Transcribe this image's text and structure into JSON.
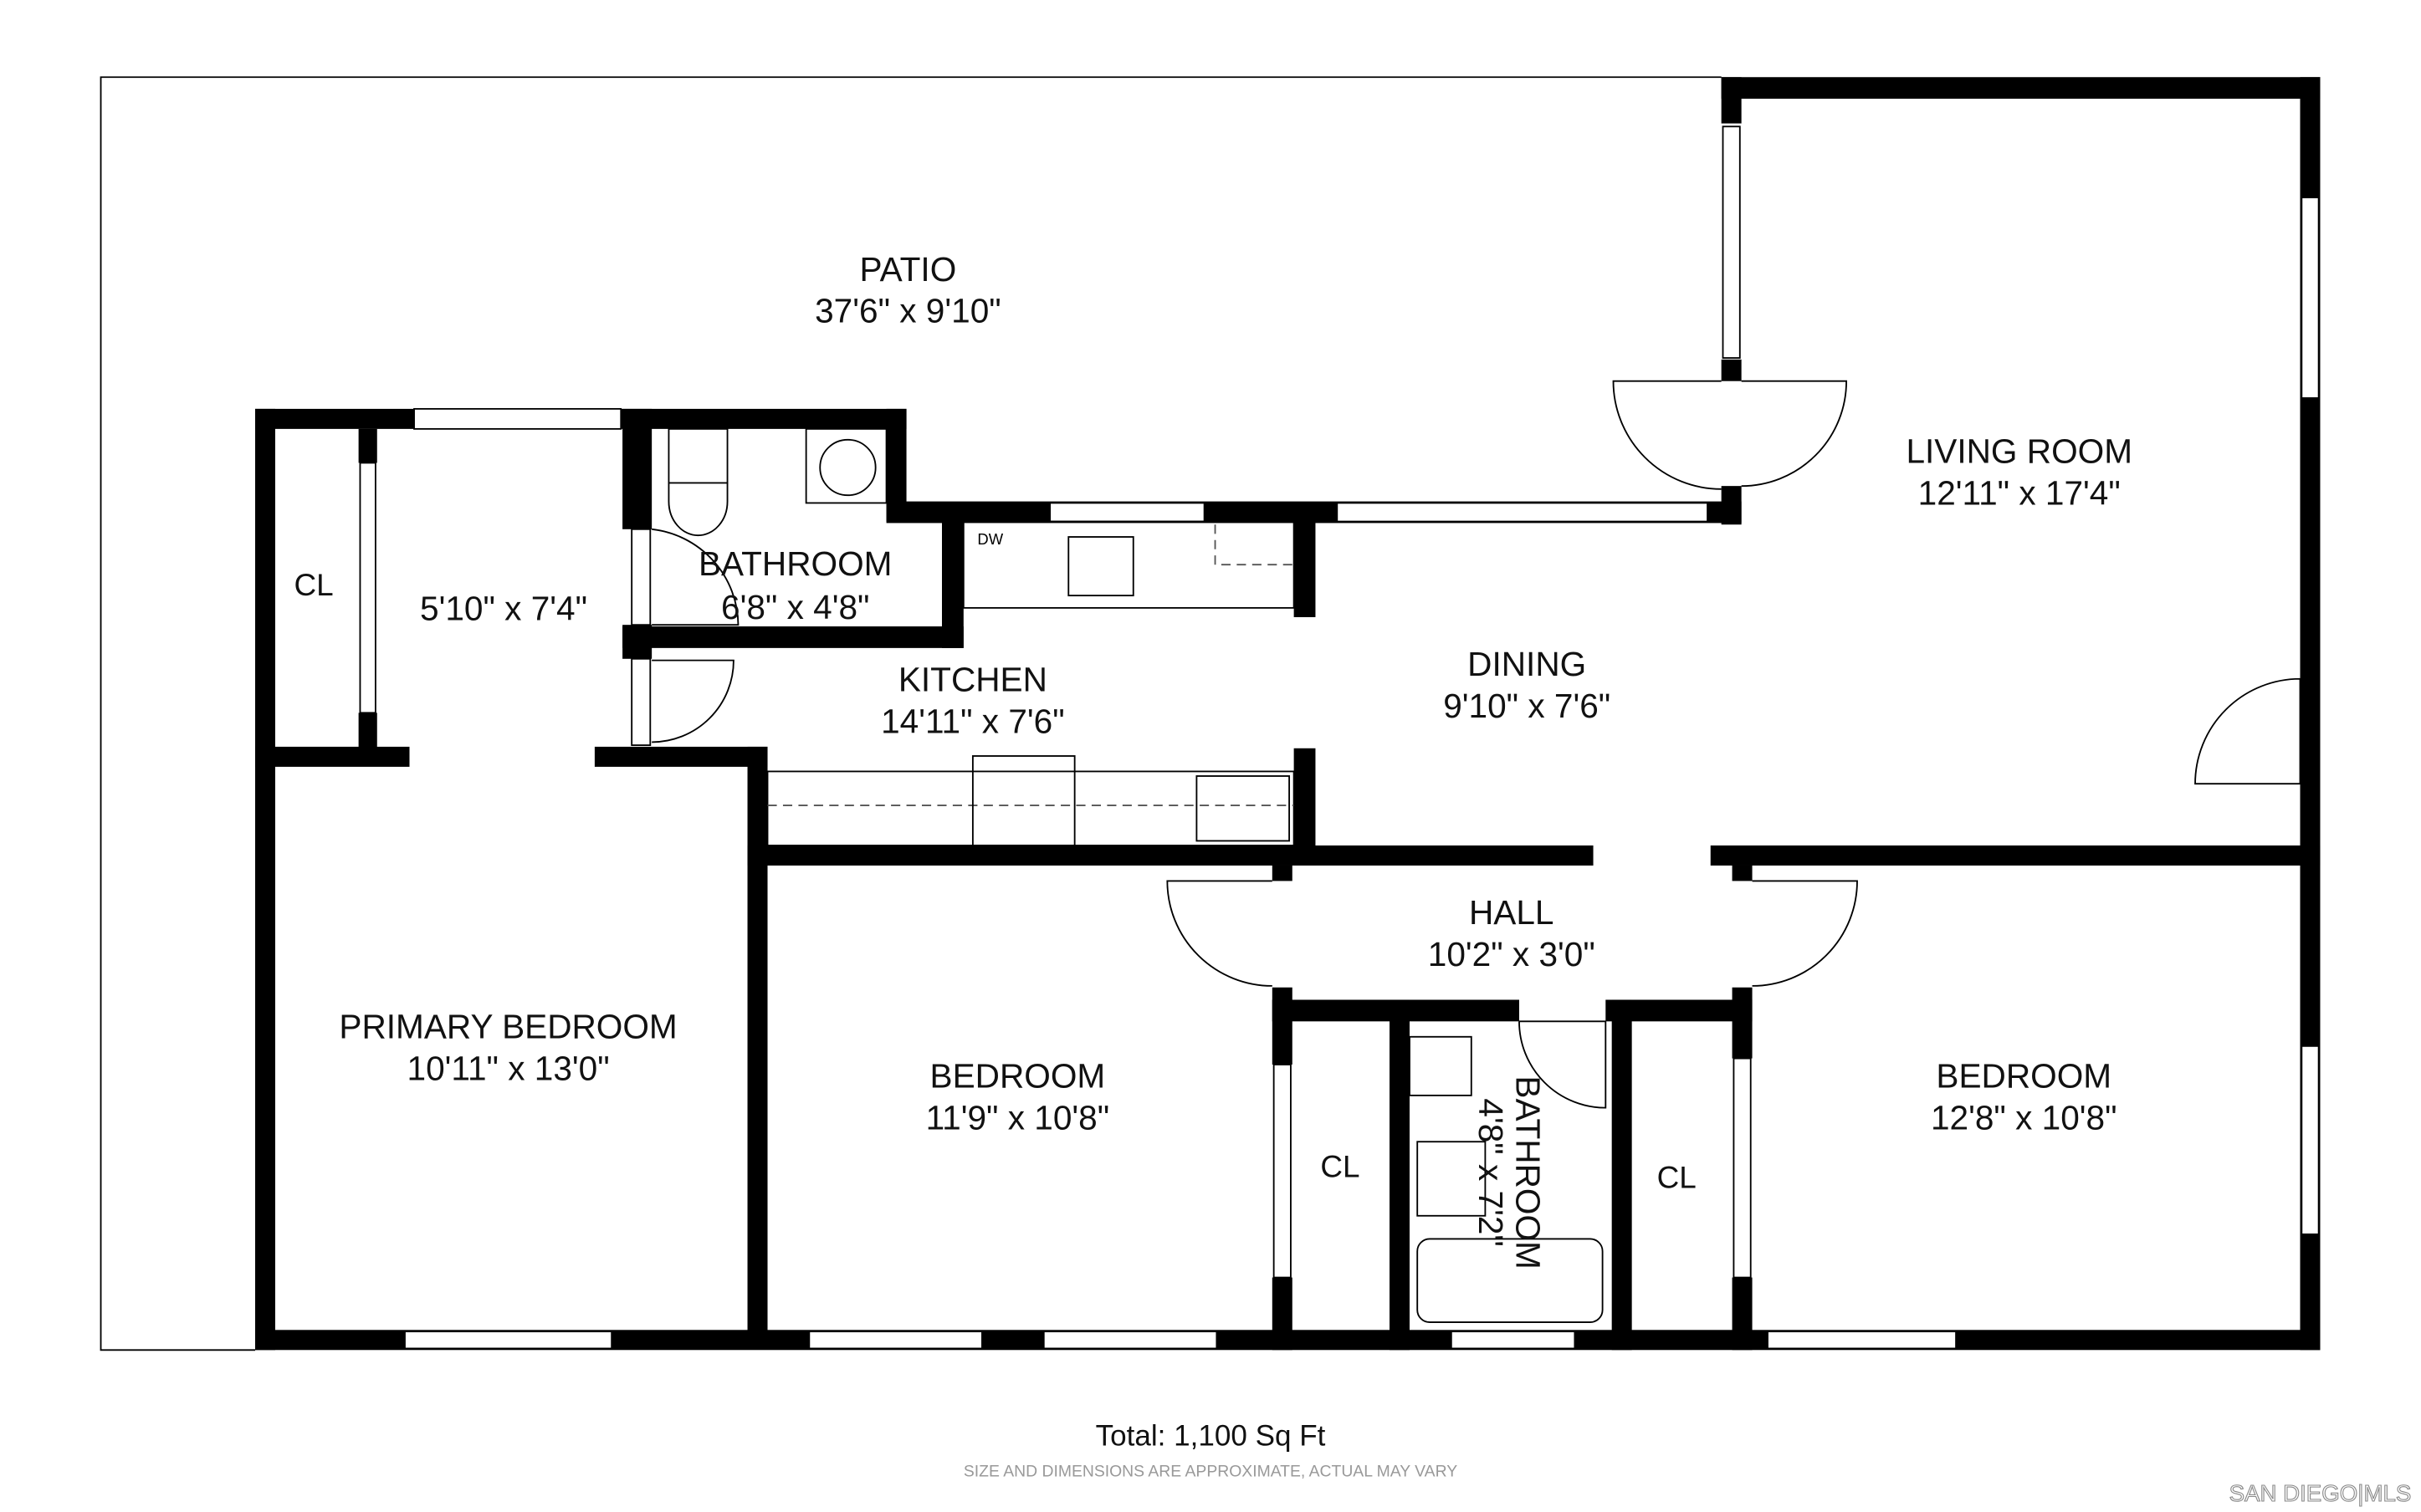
{
  "rooms": {
    "patio": {
      "name": "PATIO",
      "dims": "37'6\" x 9'10\""
    },
    "living_room": {
      "name": "LIVING ROOM",
      "dims": "12'11\" x 17'4\""
    },
    "closet_left": {
      "name": "CL"
    },
    "small_room": {
      "name": "",
      "dims": "5'10\" x 7'4\""
    },
    "bathroom_1": {
      "name": "BATHROOM",
      "dims": "6'8\" x 4'8\""
    },
    "kitchen": {
      "name": "KITCHEN",
      "dims": "14'11\" x 7'6\"",
      "appliance_label": "DW"
    },
    "dining": {
      "name": "DINING",
      "dims": "9'10\" x 7'6\""
    },
    "hall": {
      "name": "HALL",
      "dims": "10'2\" x 3'0\""
    },
    "primary_bedroom": {
      "name": "PRIMARY BEDROOM",
      "dims": "10'11\" x 13'0\""
    },
    "bedroom_1": {
      "name": "BEDROOM",
      "dims": "11'9\" x 10'8\""
    },
    "closet_mid": {
      "name": "CL"
    },
    "bathroom_2": {
      "name": "BATHROOM",
      "dims": "4'8\" x 7'2\""
    },
    "closet_right": {
      "name": "CL"
    },
    "bedroom_2": {
      "name": "BEDROOM",
      "dims": "12'8\" x 10'8\""
    }
  },
  "footer": {
    "total": "Total: 1,100 Sq Ft",
    "disclaimer": "SIZE AND DIMENSIONS ARE APPROXIMATE, ACTUAL MAY VARY"
  },
  "watermark": "SAN DIEGO|MLS",
  "colors": {
    "wall": "#000000",
    "background": "#ffffff",
    "note": "#999999"
  }
}
